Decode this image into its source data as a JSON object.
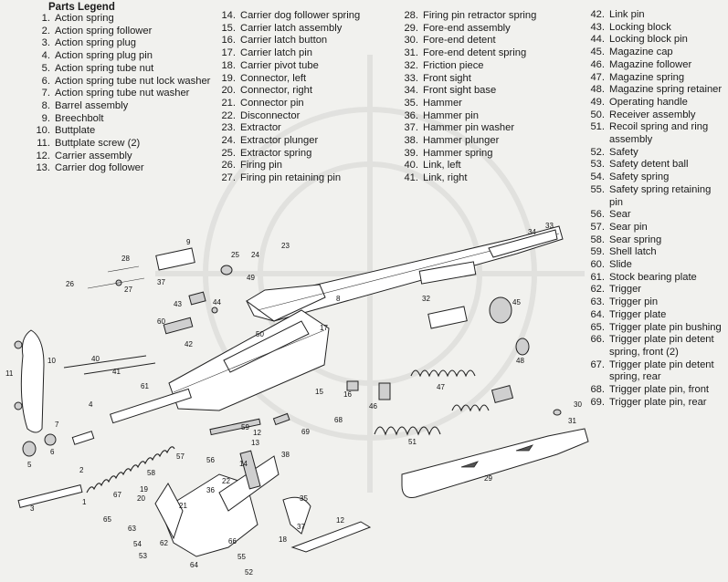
{
  "legend": {
    "title": "Parts Legend",
    "columns": [
      [
        {
          "num": "1.",
          "label": "Action spring"
        },
        {
          "num": "2.",
          "label": "Action spring follower"
        },
        {
          "num": "3.",
          "label": "Action spring plug"
        },
        {
          "num": "4.",
          "label": "Action spring plug pin"
        },
        {
          "num": "5.",
          "label": "Action spring tube nut"
        },
        {
          "num": "6.",
          "label": "Action spring tube nut lock washer"
        },
        {
          "num": "7.",
          "label": "Action spring tube nut washer"
        },
        {
          "num": "8.",
          "label": "Barrel assembly"
        },
        {
          "num": "9.",
          "label": "Breechbolt"
        },
        {
          "num": "10.",
          "label": "Buttplate"
        },
        {
          "num": "11.",
          "label": "Buttplate screw (2)"
        },
        {
          "num": "12.",
          "label": "Carrier assembly"
        },
        {
          "num": "13.",
          "label": "Carrier dog follower"
        }
      ],
      [
        {
          "num": "14.",
          "label": "Carrier dog follower spring"
        },
        {
          "num": "15.",
          "label": "Carrier latch assembly"
        },
        {
          "num": "16.",
          "label": "Carrier latch button"
        },
        {
          "num": "17.",
          "label": "Carrier latch pin"
        },
        {
          "num": "18.",
          "label": "Carrier pivot tube"
        },
        {
          "num": "19.",
          "label": "Connector, left"
        },
        {
          "num": "20.",
          "label": "Connector, right"
        },
        {
          "num": "21.",
          "label": "Connector pin"
        },
        {
          "num": "22.",
          "label": "Disconnector"
        },
        {
          "num": "23.",
          "label": "Extractor"
        },
        {
          "num": "24.",
          "label": "Extractor plunger"
        },
        {
          "num": "25.",
          "label": "Extractor spring"
        },
        {
          "num": "26.",
          "label": "Firing pin"
        },
        {
          "num": "27.",
          "label": "Firing pin retaining pin"
        }
      ],
      [
        {
          "num": "28.",
          "label": "Firing pin retractor spring"
        },
        {
          "num": "29.",
          "label": "Fore-end assembly"
        },
        {
          "num": "30.",
          "label": "Fore-end detent"
        },
        {
          "num": "31.",
          "label": "Fore-end detent spring"
        },
        {
          "num": "32.",
          "label": "Friction piece"
        },
        {
          "num": "33.",
          "label": "Front sight"
        },
        {
          "num": "34.",
          "label": "Front sight base"
        },
        {
          "num": "35.",
          "label": "Hammer"
        },
        {
          "num": "36.",
          "label": "Hammer pin"
        },
        {
          "num": "37.",
          "label": "Hammer pin washer"
        },
        {
          "num": "38.",
          "label": "Hammer plunger"
        },
        {
          "num": "39.",
          "label": "Hammer spring"
        },
        {
          "num": "40.",
          "label": "Link, left"
        },
        {
          "num": "41.",
          "label": "Link, right"
        }
      ],
      [
        {
          "num": "42.",
          "label": "Link pin"
        },
        {
          "num": "43.",
          "label": "Locking block"
        },
        {
          "num": "44.",
          "label": "Locking block pin"
        },
        {
          "num": "45.",
          "label": "Magazine cap"
        },
        {
          "num": "46.",
          "label": "Magazine follower"
        },
        {
          "num": "47.",
          "label": "Magazine spring"
        },
        {
          "num": "48.",
          "label": "Magazine spring retainer"
        },
        {
          "num": "49.",
          "label": "Operating handle"
        },
        {
          "num": "50.",
          "label": "Receiver assembly"
        },
        {
          "num": "51.",
          "label": "Recoil spring and ring assembly"
        },
        {
          "num": "52.",
          "label": "Safety"
        },
        {
          "num": "53.",
          "label": "Safety detent ball"
        },
        {
          "num": "54.",
          "label": "Safety spring"
        },
        {
          "num": "55.",
          "label": "Safety spring retaining pin"
        },
        {
          "num": "56.",
          "label": "Sear"
        },
        {
          "num": "57.",
          "label": "Sear pin"
        },
        {
          "num": "58.",
          "label": "Sear spring"
        },
        {
          "num": "59.",
          "label": "Shell latch"
        },
        {
          "num": "60.",
          "label": "Slide"
        },
        {
          "num": "61.",
          "label": "Stock bearing plate"
        },
        {
          "num": "62.",
          "label": "Trigger"
        },
        {
          "num": "63.",
          "label": "Trigger pin"
        },
        {
          "num": "64.",
          "label": "Trigger plate"
        },
        {
          "num": "65.",
          "label": "Trigger plate pin bushing"
        },
        {
          "num": "66.",
          "label": "Trigger plate pin detent spring, front (2)"
        },
        {
          "num": "67.",
          "label": "Trigger plate pin detent spring, rear"
        },
        {
          "num": "68.",
          "label": "Trigger plate pin, front"
        },
        {
          "num": "69.",
          "label": "Trigger plate pin, rear"
        }
      ]
    ]
  },
  "callouts": [
    {
      "id": "c9",
      "text": "9"
    },
    {
      "id": "c23",
      "text": "23"
    },
    {
      "id": "c24",
      "text": "24"
    },
    {
      "id": "c25",
      "text": "25"
    },
    {
      "id": "c28",
      "text": "28"
    },
    {
      "id": "c26",
      "text": "26"
    },
    {
      "id": "c27",
      "text": "27"
    },
    {
      "id": "c49",
      "text": "49"
    },
    {
      "id": "c37a",
      "text": "37"
    },
    {
      "id": "c43",
      "text": "43"
    },
    {
      "id": "c44",
      "text": "44"
    },
    {
      "id": "c60",
      "text": "60"
    },
    {
      "id": "c42",
      "text": "42"
    },
    {
      "id": "c50",
      "text": "50"
    },
    {
      "id": "c17",
      "text": "17"
    },
    {
      "id": "c8",
      "text": "8"
    },
    {
      "id": "c32",
      "text": "32"
    },
    {
      "id": "c34",
      "text": "34"
    },
    {
      "id": "c33",
      "text": "33"
    },
    {
      "id": "c45",
      "text": "45"
    },
    {
      "id": "c48",
      "text": "48"
    },
    {
      "id": "c47",
      "text": "47"
    },
    {
      "id": "c46",
      "text": "46"
    },
    {
      "id": "c16",
      "text": "16"
    },
    {
      "id": "c15",
      "text": "15"
    },
    {
      "id": "c40",
      "text": "40"
    },
    {
      "id": "c41",
      "text": "41"
    },
    {
      "id": "c10",
      "text": "10"
    },
    {
      "id": "c11",
      "text": "11"
    },
    {
      "id": "c61",
      "text": "61"
    },
    {
      "id": "c4",
      "text": "4"
    },
    {
      "id": "c7",
      "text": "7"
    },
    {
      "id": "c6",
      "text": "6"
    },
    {
      "id": "c5",
      "text": "5"
    },
    {
      "id": "c2",
      "text": "2"
    },
    {
      "id": "c3",
      "text": "3"
    },
    {
      "id": "c1",
      "text": "1"
    },
    {
      "id": "c59",
      "text": "59"
    },
    {
      "id": "c69",
      "text": "69"
    },
    {
      "id": "c68",
      "text": "68"
    },
    {
      "id": "c51",
      "text": "51"
    },
    {
      "id": "c30",
      "text": "30"
    },
    {
      "id": "c31",
      "text": "31"
    },
    {
      "id": "c29",
      "text": "29"
    },
    {
      "id": "c13",
      "text": "13"
    },
    {
      "id": "c38",
      "text": "38"
    },
    {
      "id": "c14",
      "text": "14"
    },
    {
      "id": "c57",
      "text": "57"
    },
    {
      "id": "c58",
      "text": "58"
    },
    {
      "id": "c56",
      "text": "56"
    },
    {
      "id": "c22",
      "text": "22"
    },
    {
      "id": "c36",
      "text": "36"
    },
    {
      "id": "c19",
      "text": "19"
    },
    {
      "id": "c20",
      "text": "20"
    },
    {
      "id": "c21",
      "text": "21"
    },
    {
      "id": "c67",
      "text": "67"
    },
    {
      "id": "c65",
      "text": "65"
    },
    {
      "id": "c35",
      "text": "35"
    },
    {
      "id": "c12a",
      "text": "12"
    },
    {
      "id": "c37b",
      "text": "37"
    },
    {
      "id": "c12b",
      "text": "12"
    },
    {
      "id": "c63",
      "text": "63"
    },
    {
      "id": "c62",
      "text": "62"
    },
    {
      "id": "c54",
      "text": "54"
    },
    {
      "id": "c53",
      "text": "53"
    },
    {
      "id": "c18",
      "text": "18"
    },
    {
      "id": "c66",
      "text": "66"
    },
    {
      "id": "c55",
      "text": "55"
    },
    {
      "id": "c64",
      "text": "64"
    },
    {
      "id": "c52",
      "text": "52"
    }
  ]
}
